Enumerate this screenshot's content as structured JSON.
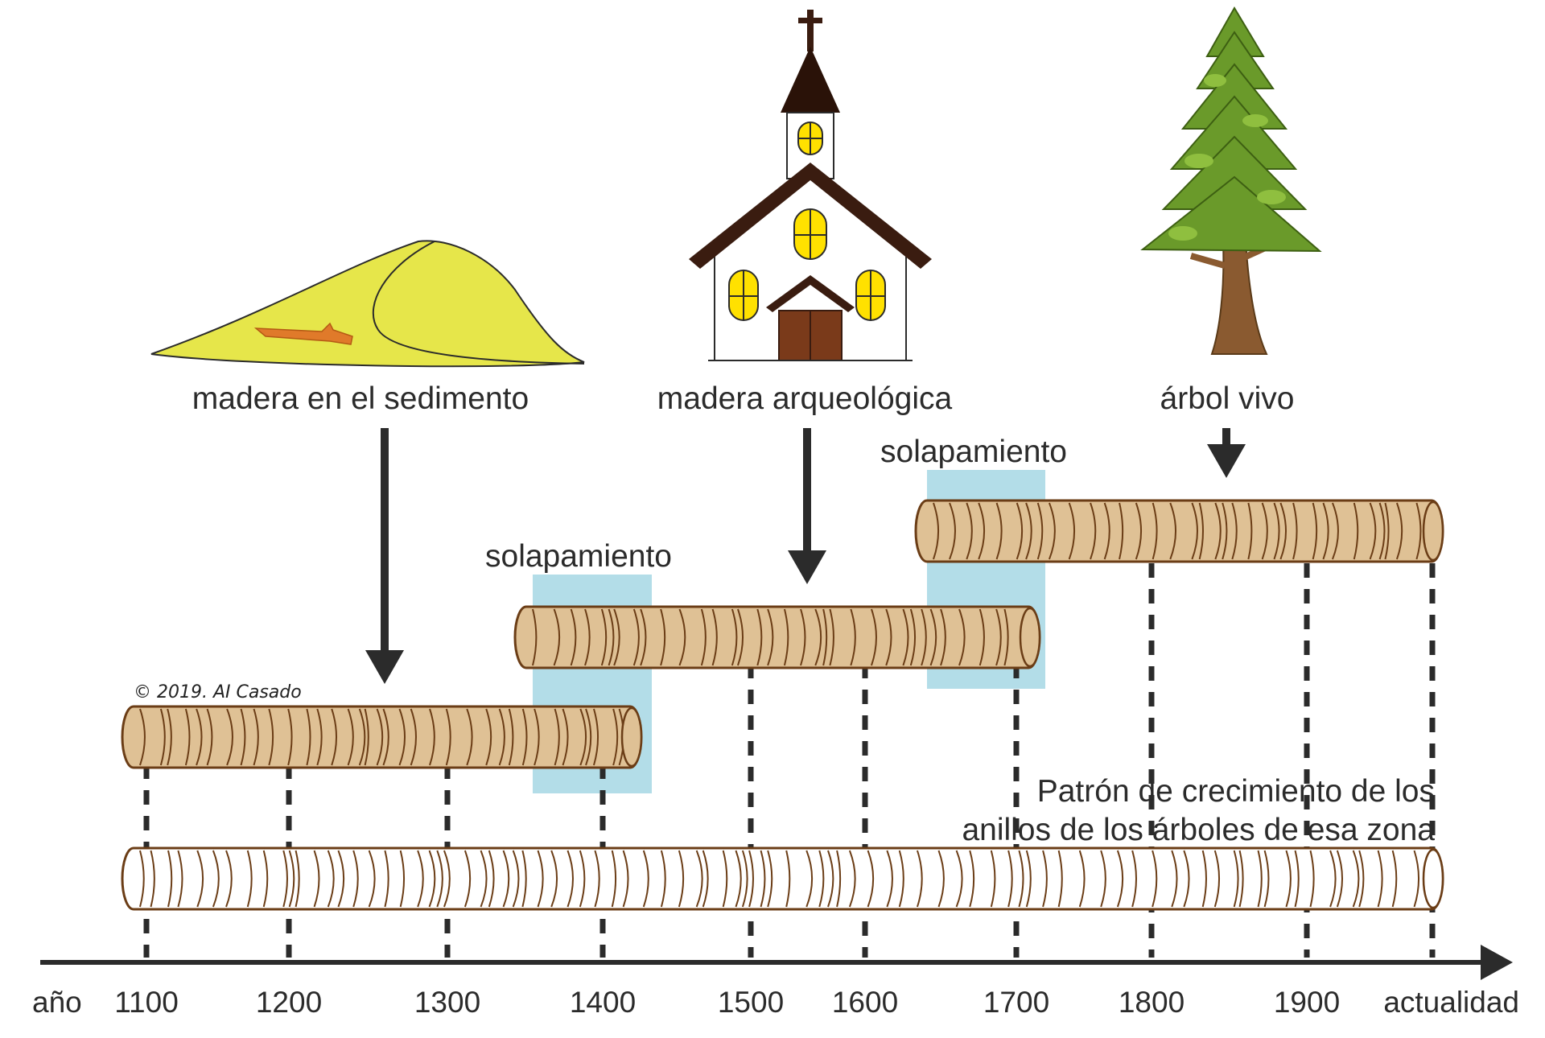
{
  "labels": {
    "sediment_wood": "madera en el sedimento",
    "archaeological_wood": "madera arqueológica",
    "living_tree": "árbol vivo",
    "overlap_1": "solapamiento",
    "overlap_2": "solapamiento",
    "pattern_line1": "Patrón de crecimiento de los",
    "pattern_line2": "anillos de los árboles de esa zona",
    "copyright": "© 2019. AI Casado"
  },
  "axis": {
    "start_label": "año",
    "end_label": "actualidad",
    "ticks": [
      "1100",
      "1200",
      "1300",
      "1400",
      "1500",
      "1600",
      "1700",
      "1800",
      "1900"
    ]
  },
  "colors": {
    "wood_fill": "#dfc195",
    "wood_stroke": "#6b3d16",
    "overlap_fill": "#b3dde8",
    "dune_fill": "#e6e64a",
    "stick": "#e07a2a",
    "church_roof": "#3a1c10",
    "church_door": "#7a3a1a",
    "window": "#ffe100",
    "foliage": "#6a9a2a",
    "trunk": "#8a5a30",
    "axis": "#2b2b2b"
  },
  "icons": [
    "sand-dune-icon",
    "church-icon",
    "pine-tree-icon",
    "arrow-down-icon"
  ]
}
